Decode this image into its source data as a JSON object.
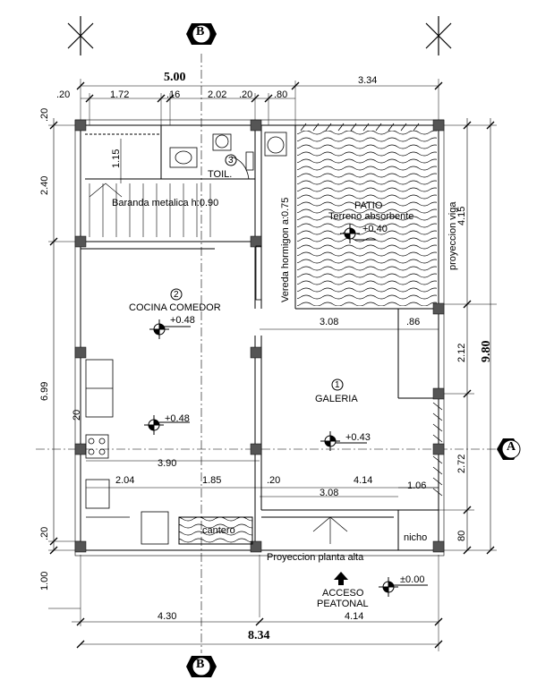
{
  "axes": {
    "b": "B",
    "a": "A"
  },
  "dims_top": {
    "total": "5.00",
    "right": "3.34",
    "segments": [
      ".20",
      "1.72",
      ".16",
      "2.02",
      ".20",
      ".80"
    ]
  },
  "dims_left": [
    ".20",
    "2.40",
    "6.99",
    ".20",
    "1.00",
    "20"
  ],
  "dims_right": {
    "total": "9.80",
    "segments": [
      "4.15",
      "2.12",
      "2.72",
      "80"
    ]
  },
  "dims_bottom": {
    "total": "8.34",
    "left": "4.30",
    "right": "4.14"
  },
  "dims_interior": {
    "d390": "3.90",
    "d204": "2.04",
    "d185": "1.85",
    "d020": ".20",
    "d414": "4.14",
    "d308a": "3.08",
    "d106": "1.06",
    "d308b": "3.08",
    "d086": ".86",
    "d115": "1.15"
  },
  "rooms": {
    "patio": {
      "num": "",
      "name": "PATIO",
      "sub": "Terreno absorbente",
      "level": "+0.40"
    },
    "cocina": {
      "num": "2",
      "name": "COCINA  COMEDOR",
      "level1": "+0.48",
      "level2": "+0.48"
    },
    "galeria": {
      "num": "1",
      "name": "GALERIA",
      "level": "+0.43"
    },
    "toil": {
      "num": "3",
      "name": "TOIL."
    }
  },
  "notes": {
    "baranda": "Baranda metalica h:0.90",
    "vereda": "Vereda hormigon a:0.75",
    "proyeccion_viga": "proyeccion  viga",
    "cantero": "cantero",
    "nicho": "nicho",
    "proyeccion_planta": "Proyeccion  planta alta",
    "acceso": "ACCESO",
    "peatonal": "PEATONAL",
    "entry_level": "±0.00"
  }
}
